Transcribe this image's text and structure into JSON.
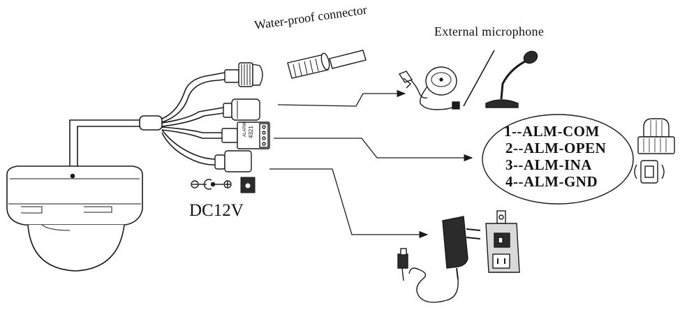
{
  "labels": {
    "waterproof_connector": "Water-proof connector",
    "external_microphone": "External microphone",
    "power_label": "DC12V",
    "terminal_block": "ALARM",
    "terminal_pins": "4321"
  },
  "alarm_pins": [
    "1--ALM-COM",
    "2--ALM-OPEN",
    "3--ALM-INA",
    "4--ALM-GND"
  ],
  "colors": {
    "line": "#1a1a1a",
    "fill": "#ffffff",
    "dark": "#2b2b2b",
    "grey": "#d9d9d9"
  }
}
